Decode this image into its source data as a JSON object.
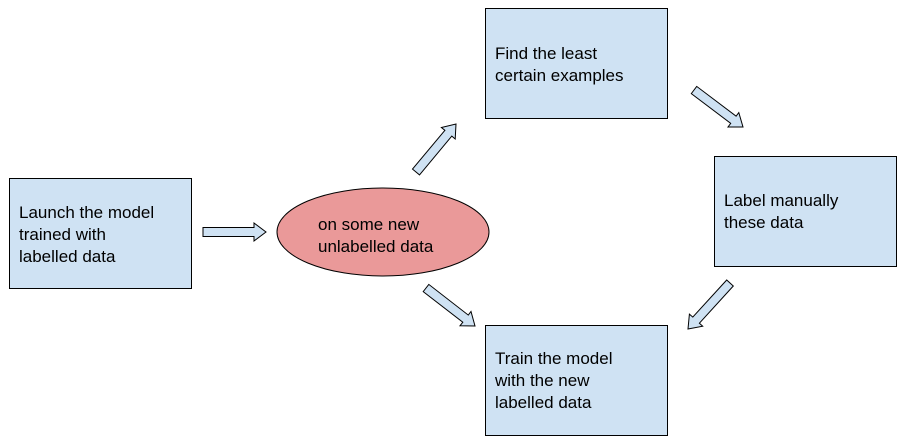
{
  "colors": {
    "box_fill": "#cfe2f3",
    "ellipse_fill": "#ea9999",
    "arrow_fill": "#cfe2f3",
    "stroke": "#000000"
  },
  "nodes": {
    "launch": {
      "lines": [
        "Launch the model",
        "trained with",
        "labelled data"
      ]
    },
    "ellipse": {
      "lines": [
        "on some new",
        "unlabelled data"
      ]
    },
    "find": {
      "lines": [
        "Find the least",
        "certain examples"
      ]
    },
    "label": {
      "lines": [
        "Label manually",
        "these data"
      ]
    },
    "train": {
      "lines": [
        "Train the model",
        "with the new",
        "labelled data"
      ]
    }
  }
}
